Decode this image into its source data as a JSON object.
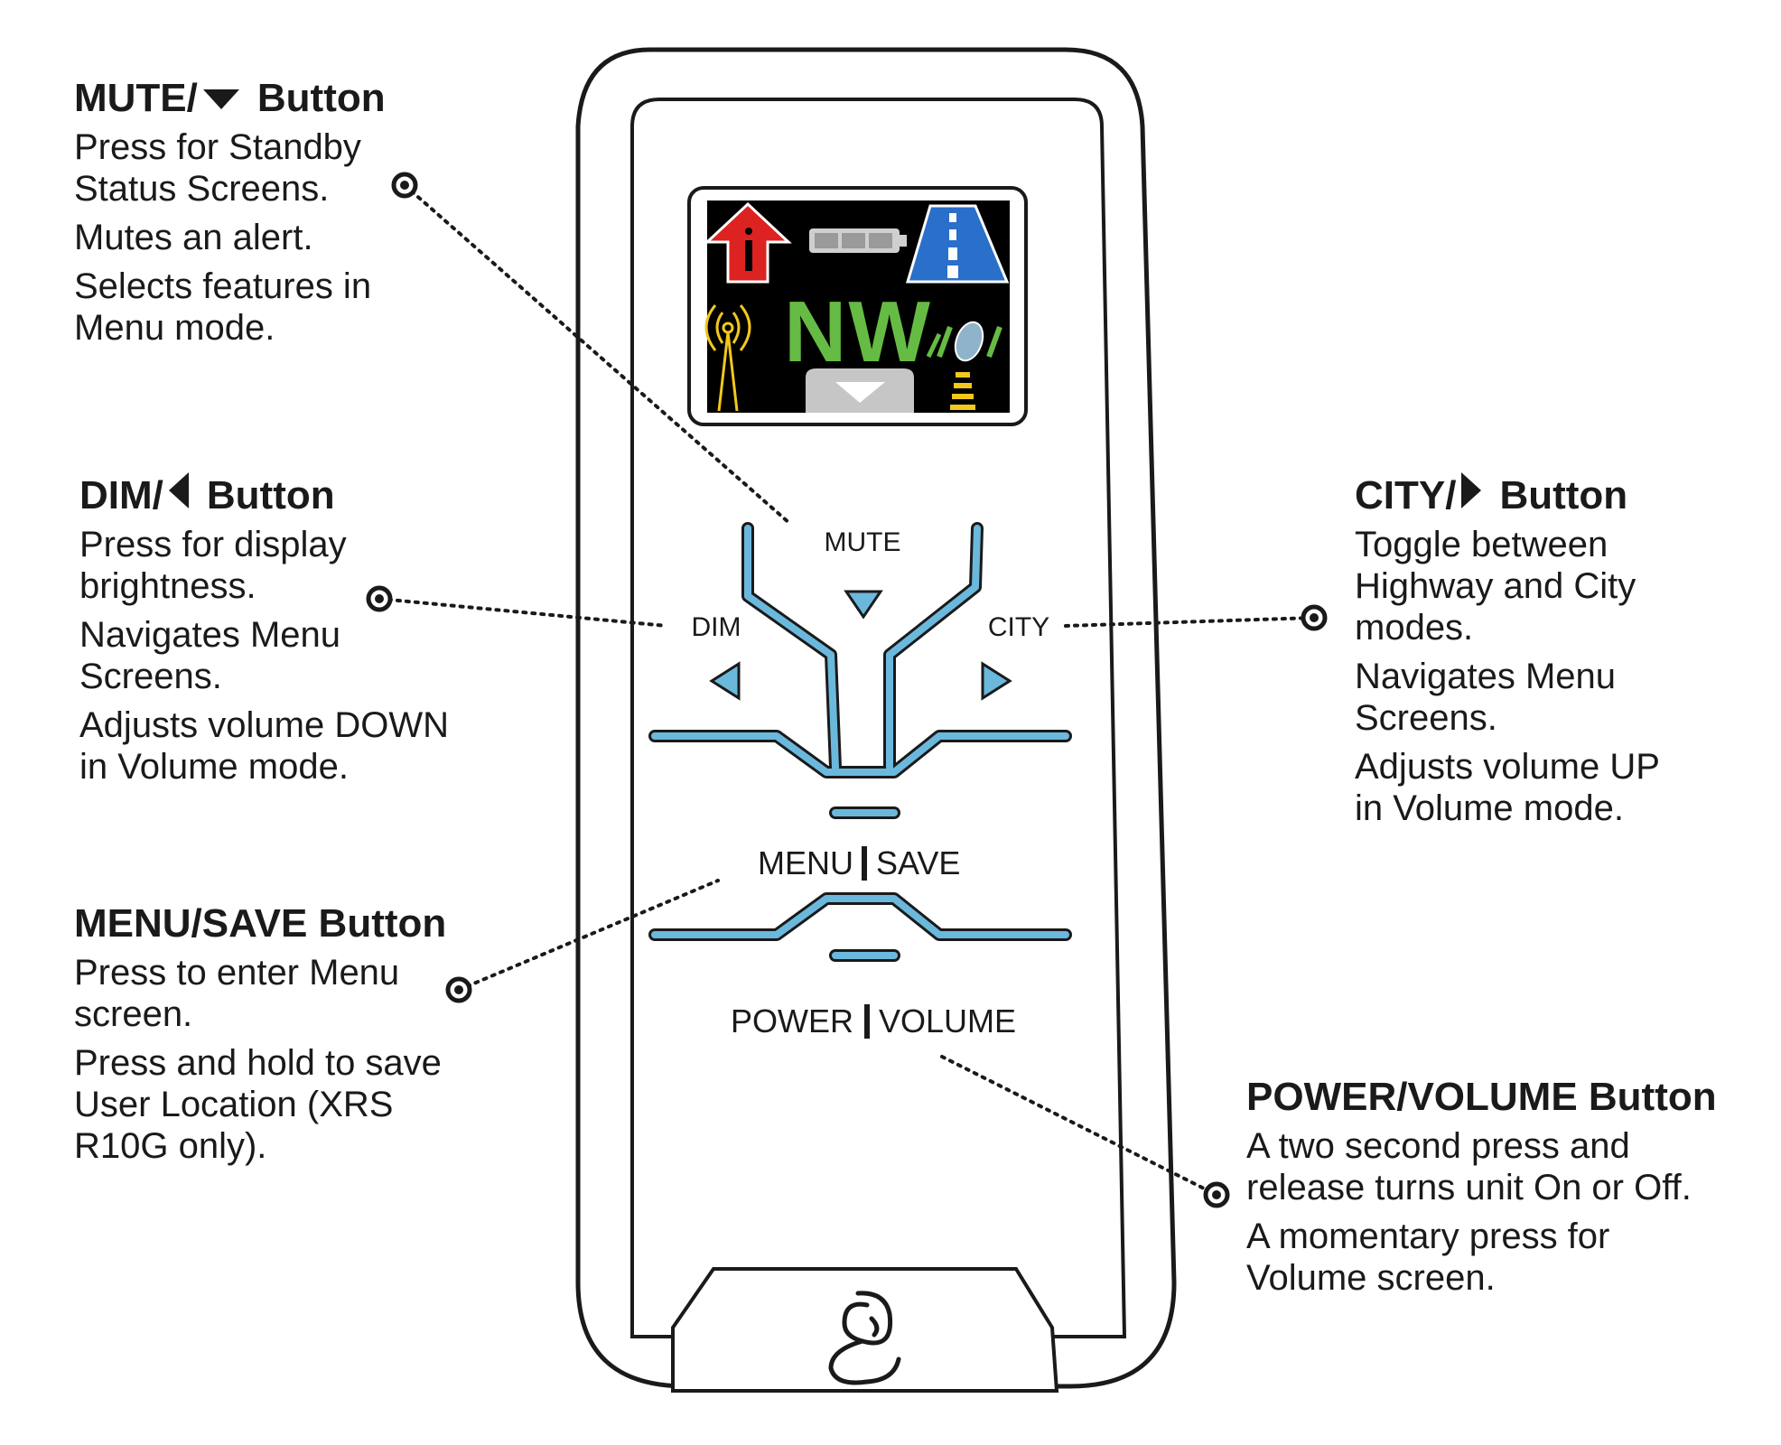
{
  "device": {
    "labels": {
      "mute": "MUTE",
      "dim": "DIM",
      "city": "CITY",
      "menu": "MENU",
      "save": "SAVE",
      "power": "POWER",
      "volume": "VOLUME"
    },
    "screen": {
      "heading_text": "NW"
    },
    "colors": {
      "button_blue": "#6bb8dd",
      "outline": "#1a1a1a",
      "screen_bg": "#000000",
      "heading_green": "#66bb44",
      "alert_red": "#dd2222",
      "road_blue": "#2a6fc9",
      "signal_yellow": "#f2c81c"
    }
  },
  "callouts": {
    "mute": {
      "title_prefix": "MUTE/",
      "title_suffix": "Button",
      "title_icon": "down-triangle-icon",
      "lines": [
        "Press for Standby\nStatus Screens.",
        "Mutes an alert.",
        "Selects features in\nMenu mode."
      ]
    },
    "dim": {
      "title_prefix": "DIM/",
      "title_suffix": "Button",
      "title_icon": "left-triangle-icon",
      "lines": [
        "Press for display\nbrightness.",
        "Navigates Menu\nScreens.",
        "Adjusts volume DOWN\nin Volume mode."
      ]
    },
    "city": {
      "title_prefix": "CITY/",
      "title_suffix": "Button",
      "title_icon": "right-triangle-icon",
      "lines": [
        "Toggle between\nHighway and City\nmodes.",
        "Navigates Menu\nScreens.",
        "Adjusts volume UP\nin Volume mode."
      ]
    },
    "menu": {
      "title": "MENU/SAVE Button",
      "lines": [
        "Press to enter Menu\nscreen.",
        "Press and hold to save\nUser Location (XRS\nR10G only)."
      ]
    },
    "power": {
      "title": "POWER/VOLUME Button",
      "lines": [
        "A two second press and\nrelease turns unit On or Off.",
        "A momentary press for\nVolume screen."
      ]
    }
  }
}
